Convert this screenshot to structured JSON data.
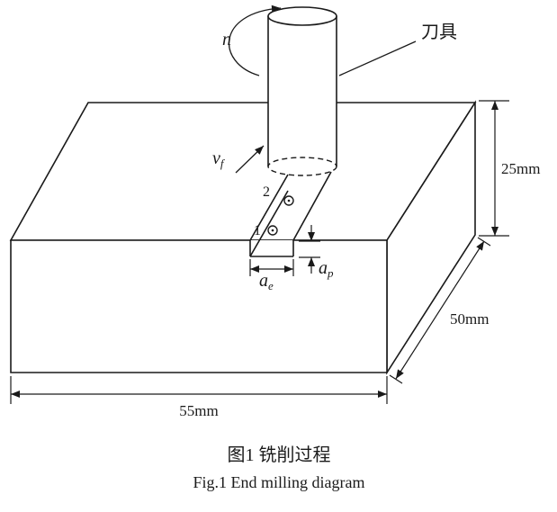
{
  "figure": {
    "caption_zh": "图1  铣削过程",
    "caption_en": "Fig.1  End milling diagram"
  },
  "tool": {
    "name_label": "刀具",
    "rotation_label": "n"
  },
  "feed": {
    "symbol": "v",
    "subscript": "f"
  },
  "cut": {
    "width_symbol": "a",
    "width_subscript": "e",
    "depth_symbol": "a",
    "depth_subscript": "p"
  },
  "points": {
    "point1": "1",
    "point2": "2"
  },
  "dimensions": {
    "height": "25mm",
    "depth": "50mm",
    "length": "55mm"
  }
}
